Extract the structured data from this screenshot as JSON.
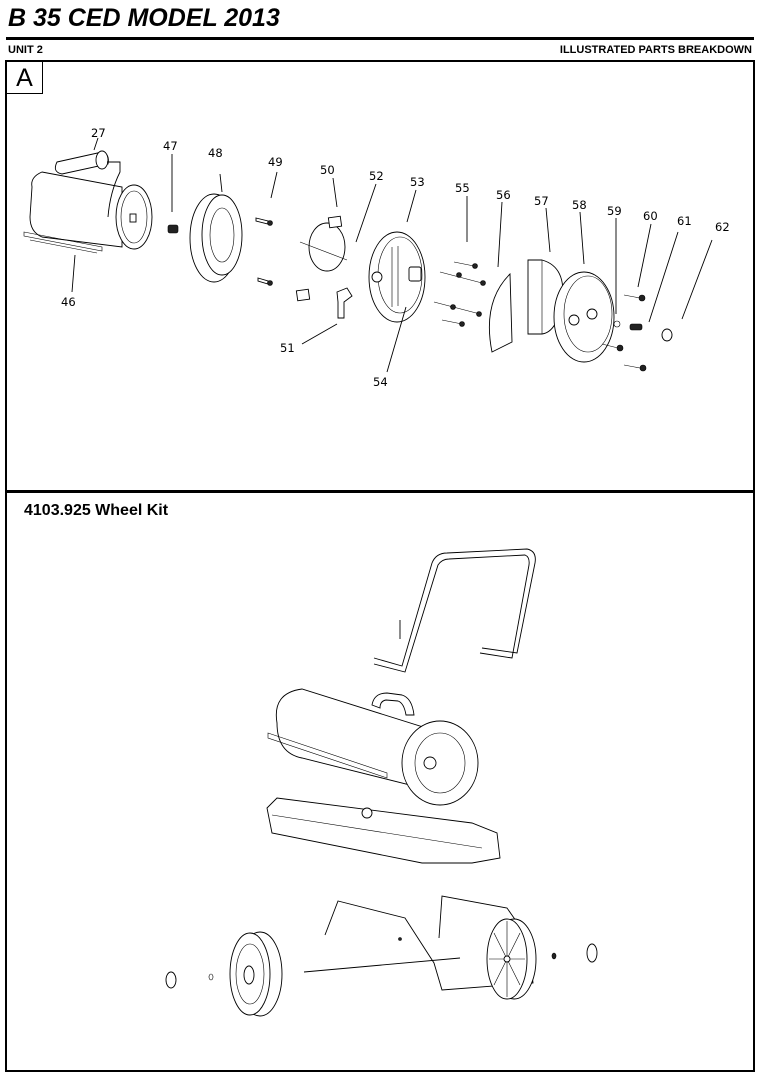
{
  "header": {
    "title": "B 35 CED MODEL 2013",
    "unit": "UNIT 2",
    "section": "ILLUSTRATED PARTS BREAKDOWN"
  },
  "panel_a": {
    "letter": "A",
    "callouts": [
      "27",
      "46",
      "47",
      "48",
      "49",
      "50",
      "51",
      "52",
      "53",
      "54",
      "55",
      "56",
      "57",
      "58",
      "59",
      "60",
      "61",
      "62"
    ]
  },
  "panel_b": {
    "title": "4103.925 Wheel Kit"
  }
}
